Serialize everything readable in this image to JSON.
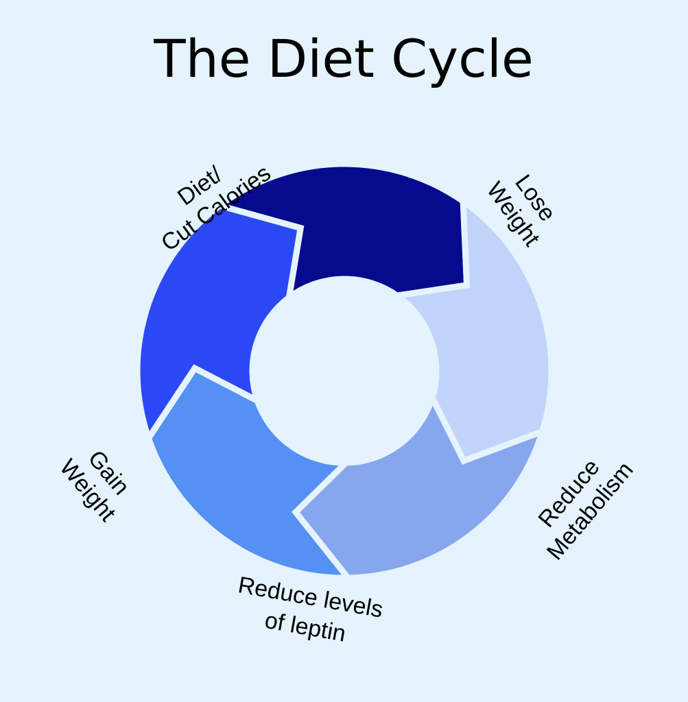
{
  "title": "The Diet Cycle",
  "colors": {
    "background": "#e5f3fc",
    "segment_diet": "#2b48f5",
    "segment_lose_weight": "#060b8e",
    "segment_reduce_metabolism": "#c2d3fa",
    "segment_reduce_leptin": "#86a6ed",
    "segment_gain_weight": "#5590f5",
    "gap": "#e5f3fc"
  },
  "segments": [
    {
      "id": "diet",
      "lines": [
        "Diet/",
        "Cut Calories"
      ]
    },
    {
      "id": "lose-weight",
      "lines": [
        "Lose",
        "Weight"
      ]
    },
    {
      "id": "reduce-metabolism",
      "lines": [
        "Reduce",
        "Metabolism"
      ]
    },
    {
      "id": "reduce-leptin",
      "lines": [
        "Reduce levels",
        "of leptin"
      ]
    },
    {
      "id": "gain-weight",
      "lines": [
        "Gain",
        "Weight"
      ]
    }
  ]
}
